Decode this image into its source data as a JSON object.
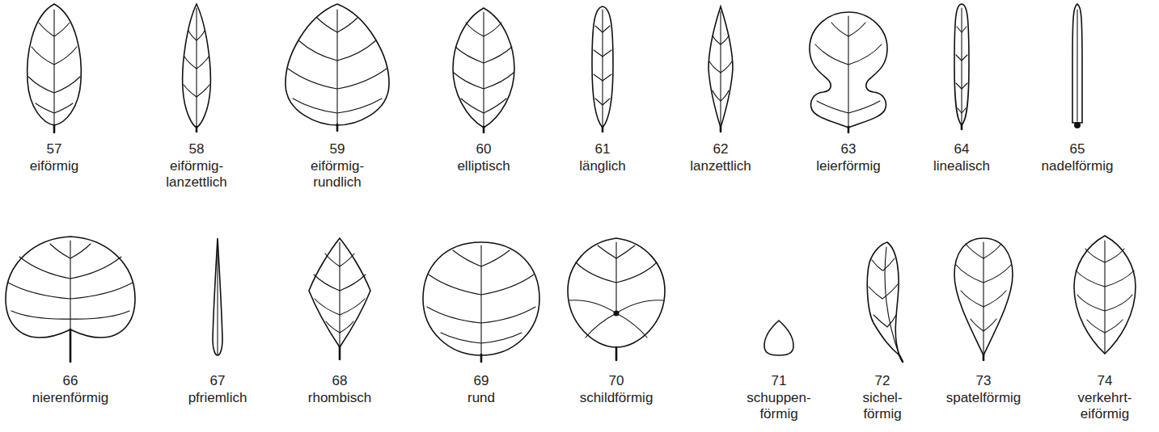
{
  "diagram": {
    "labels": [
      "57",
      "eiförmig",
      "58",
      "eiförmig- lanzettlich",
      "59",
      "eiförmig- rundlich",
      "60",
      "elliptisch",
      "61",
      "länglich",
      "62",
      "lanzettlich",
      "63",
      "leierförmig",
      "64",
      "linealisch",
      "65",
      "nadelförmig",
      "66",
      "nierenförmig",
      "67",
      "pfriemlich",
      "68",
      "rhombisch",
      "69",
      "rund",
      "70",
      "schildförmig",
      "71",
      "schuppen- förmig",
      "72",
      "sichel- förmig",
      "73",
      "spatelförmig",
      "74",
      "verkehrt- eiförmig"
    ]
  }
}
